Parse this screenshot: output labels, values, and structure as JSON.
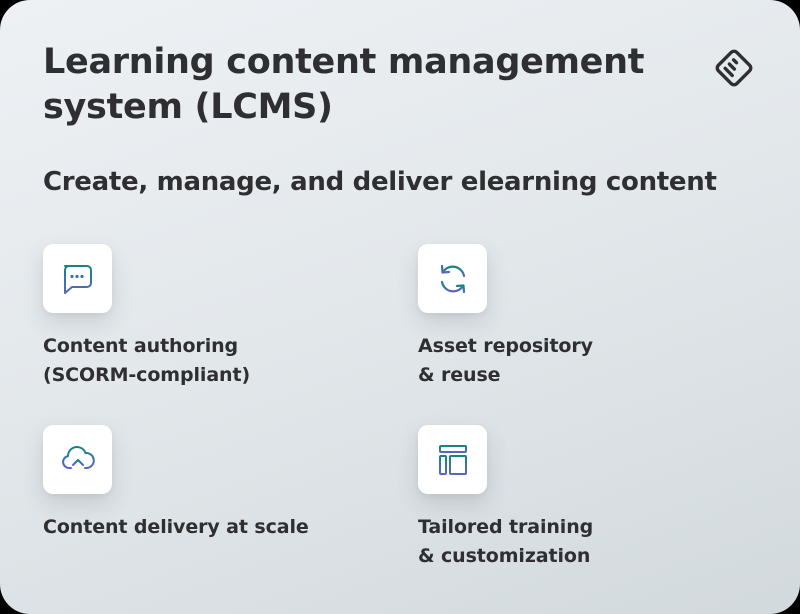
{
  "header": {
    "title": "Learning content management system (LCMS)",
    "subtitle": "Create, manage, and deliver elearning content",
    "logo_icon": "diamond-brand-logo-icon"
  },
  "colors": {
    "icon_gradient_top": "#13877d",
    "icon_gradient_bottom": "#5b63c9",
    "text": "#2f2f31",
    "tile_bg": "#ffffff"
  },
  "features": [
    {
      "icon": "chat-bubble-icon",
      "line1": "Content authoring",
      "line2": "(SCORM-compliant)"
    },
    {
      "icon": "refresh-cycle-icon",
      "line1": "Asset repository",
      "line2": "& reuse"
    },
    {
      "icon": "cloud-upload-icon",
      "line1": "Content delivery at scale",
      "line2": ""
    },
    {
      "icon": "layout-template-icon",
      "line1": "Tailored training",
      "line2": "& customization"
    }
  ]
}
